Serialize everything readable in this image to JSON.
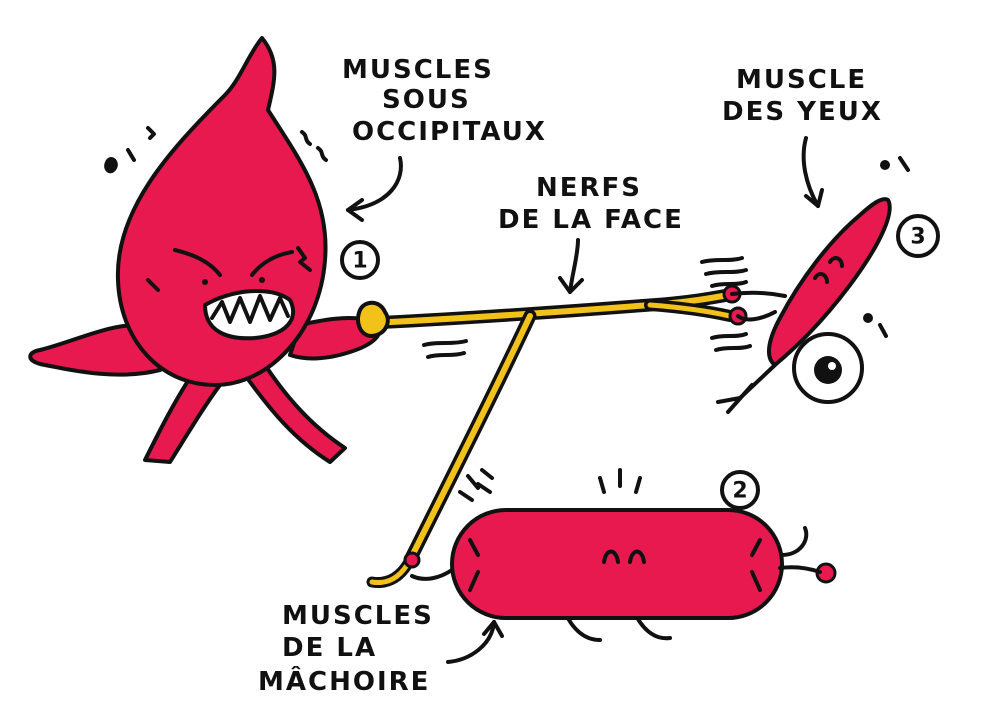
{
  "labels": {
    "suboccipital": [
      "MUSCLES",
      "SOUS",
      "OCCIPITAUX"
    ],
    "face_nerves": [
      "NERFS",
      "DE LA FACE"
    ],
    "eye_muscle": [
      "MUSCLE",
      "DES YEUX"
    ],
    "jaw_muscles": [
      "MUSCLES",
      "DE LA",
      "MÂCHOIRE"
    ]
  },
  "numbers": {
    "one": "1",
    "two": "2",
    "three": "3"
  },
  "colors": {
    "muscle": "#e8194f",
    "muscle_dark": "#b50e3a",
    "nerve": "#f2c21b",
    "ink": "#111111",
    "background": "#ffffff"
  },
  "icons": [
    "angry-muscle-character",
    "yellow-nerve-branch",
    "jaw-muscle-character",
    "eye-muscle-character",
    "eyeball",
    "pointer-arrow",
    "tension-marks"
  ]
}
